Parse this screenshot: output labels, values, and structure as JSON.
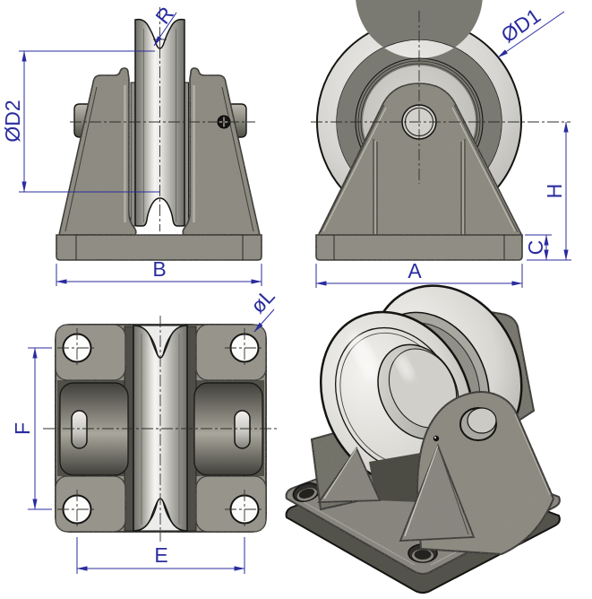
{
  "drawing": {
    "colors": {
      "dimension": "#2a2c9e",
      "outline": "#171715",
      "casting_gray": "#8b897f",
      "machined_light": "#e6e5e1",
      "background": "#ffffff"
    },
    "views": {
      "front_view": {
        "dims": {
          "groove_radius": "R",
          "core_diameter": "ØD2",
          "base_width": "B"
        }
      },
      "side_view": {
        "dims": {
          "wheel_diameter": "ØD1",
          "axle_height": "H",
          "base_thickness": "C",
          "base_length": "A"
        }
      },
      "top_view": {
        "dims": {
          "bolt_hole_diameter": "øL",
          "bolt_pitch_width": "F",
          "bolt_pitch_length": "E"
        }
      },
      "isometric_view": {}
    }
  }
}
